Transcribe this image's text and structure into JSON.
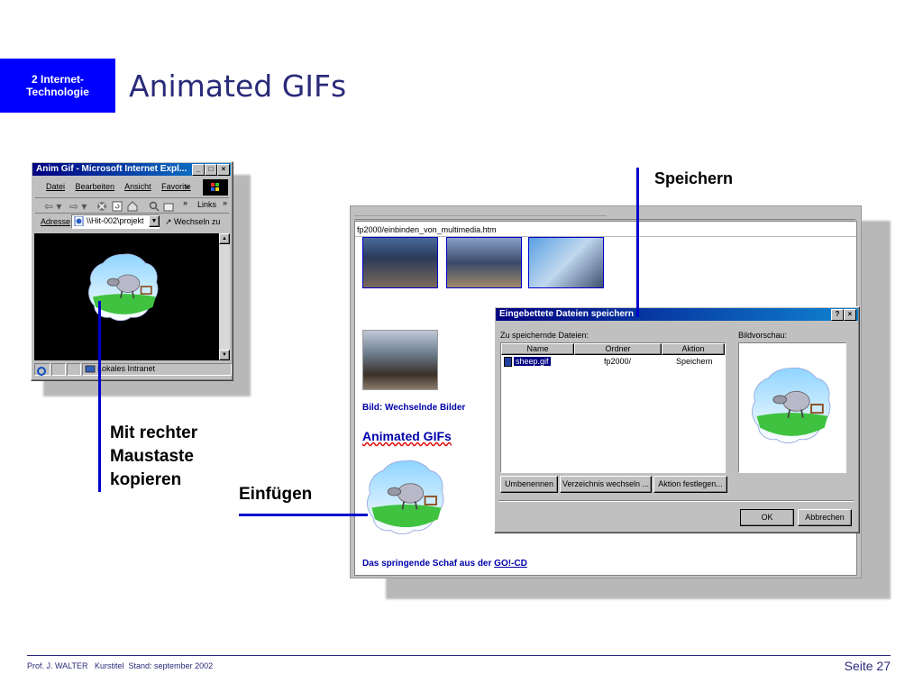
{
  "slide": {
    "badge_line1": "2 Internet-",
    "badge_line2": "Technologie",
    "title": "Animated GIFs"
  },
  "ie_window": {
    "title": "Anim Gif - Microsoft Internet Expl...",
    "menu": [
      "Datei",
      "Bearbeiten",
      "Ansicht",
      "Favorite"
    ],
    "links_label": "Links",
    "address_label": "Adresse",
    "address_value": "\\\\Hit-002\\projekt",
    "go_label": "Wechseln zu",
    "status_text": "Lokales Intranet"
  },
  "editor_window": {
    "address": "fp2000/einbinden_von_multimedia.htm",
    "caption_bild": "Bild: Wechselnde Bilder",
    "heading": "Animated GIFs",
    "footer_caption_prefix": "Das springende Schaf aus der ",
    "footer_caption_link": "GO!-CD"
  },
  "save_dialog": {
    "title": "Eingebettete Dateien speichern",
    "help_button": "?",
    "close_button": "×",
    "files_label": "Zu speichernde Dateien:",
    "preview_label": "Bildvorschau:",
    "columns": [
      "Name",
      "Ordner",
      "Aktion"
    ],
    "rows": [
      {
        "name": "sheep.gif",
        "folder": "fp2000/",
        "action": "Speichern"
      }
    ],
    "btn_rename": "Umbenennen",
    "btn_change_dir": "Verzeichnis wechseln ...",
    "btn_action": "Aktion festlegen...",
    "btn_ok": "OK",
    "btn_cancel": "Abbrechen"
  },
  "callouts": {
    "speichern": "Speichern",
    "copy_line1": "Mit rechter",
    "copy_line2": "Maustaste",
    "copy_line3": "kopieren",
    "einfuegen": "Einfügen"
  },
  "footer": {
    "left": "Prof. J. WALTER   Kurstitel  Stand: september 2002",
    "right": "Seite 27"
  },
  "colors": {
    "badge": "#0000ff",
    "title": "#2a2a7a",
    "callout_line": "#0000cc"
  }
}
